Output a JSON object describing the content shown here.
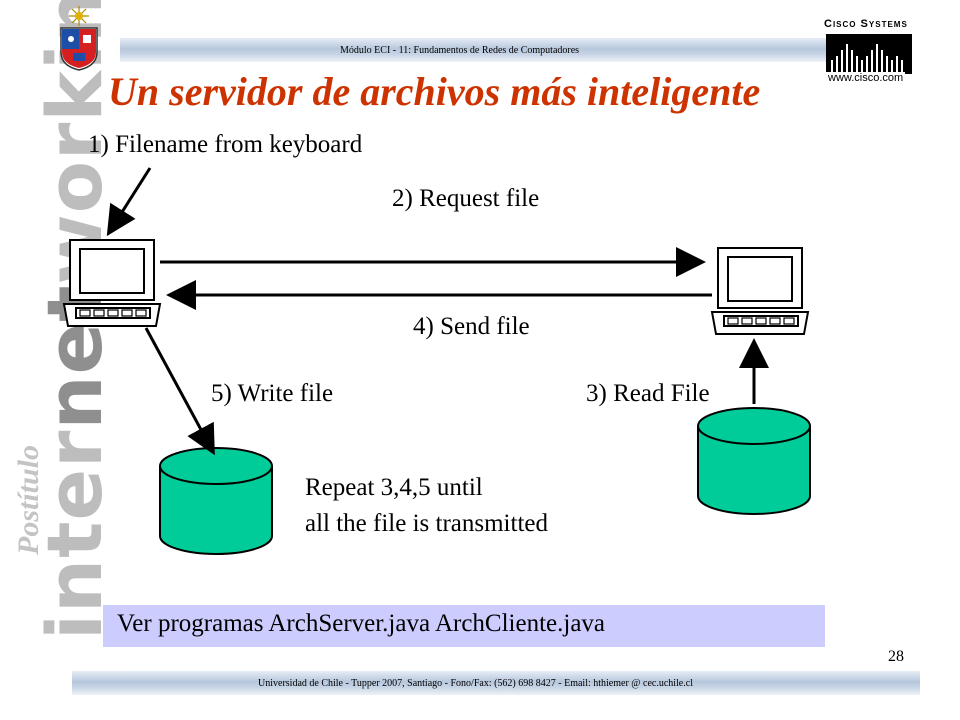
{
  "header": {
    "course": "Módulo ECI - 11: Fundamentos de Redes de Computadores",
    "brand_name": "Cisco Systems",
    "brand_url": "www.cisco.com"
  },
  "watermark": {
    "big_pre": "inter",
    "big_mid": "net",
    "big_post": "working",
    "small": "Postítulo"
  },
  "slide": {
    "title": "Un servidor de archivos más inteligente",
    "steps": {
      "s1": "1) Filename from keyboard",
      "s2": "2) Request file",
      "s3": "3) Read File",
      "s4": "4) Send file",
      "s5": "5) Write file"
    },
    "repeat_line1": "Repeat 3,4,5 until",
    "repeat_line2": "all the file is transmitted",
    "note": "Ver programas ArchServer.java ArchCliente.java",
    "page_number": "28"
  },
  "footer": {
    "text": "Universidad de Chile - Tupper 2007, Santiago - Fono/Fax: (562) 698 8427 - Email: hthiemer @ cec.uchile.cl"
  },
  "colors": {
    "title": "#cc3300",
    "disk": "#00cc99",
    "note_bg": "#ccccff"
  }
}
